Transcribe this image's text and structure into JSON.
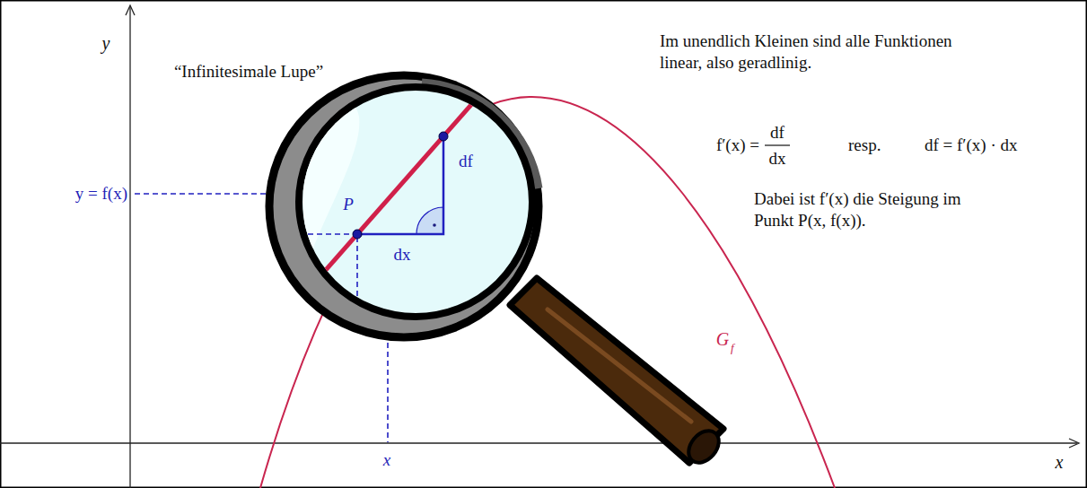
{
  "diagram": {
    "labels": [
      "y",
      "“Infinitesimale Lupe”",
      "Im unendlich Kleinen sind alle Funktionen linear, also geradlinig.",
      "f′(x) =",
      "df",
      "dx",
      "resp.",
      "df = f′(x) · dx",
      "Dabei ist f′(x) die Steigung im Punkt P(x, f(x)).",
      "y = f(x)",
      "P",
      "df",
      "dx",
      "G",
      "f",
      "x",
      "x"
    ]
  }
}
